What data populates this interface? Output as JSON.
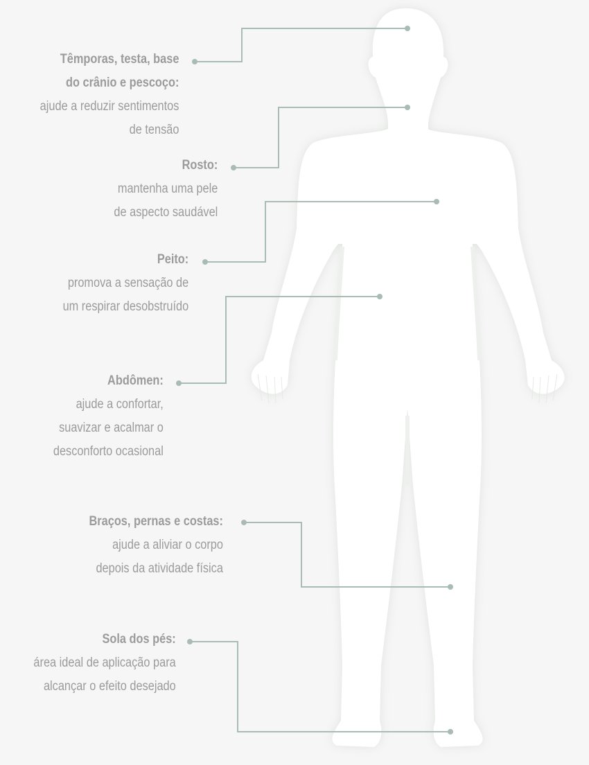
{
  "colors": {
    "background": "#f6f6f6",
    "body_fill": "#ffffff",
    "body_glow": "#e3e6e3",
    "connector": "#a9bcb3",
    "text": "#9b9b9b"
  },
  "annotations": [
    {
      "title": [
        "Têmporas, testa, base",
        "do crânio e pescoço:"
      ],
      "desc": [
        "ajude a reduzir sentimentos",
        "de tensão"
      ]
    },
    {
      "title": [
        "Rosto:"
      ],
      "desc": [
        "mantenha uma pele",
        "de aspecto saudável"
      ]
    },
    {
      "title": [
        "Peito:"
      ],
      "desc": [
        "promova a sensação de",
        "um respirar desobstruído"
      ]
    },
    {
      "title": [
        "Abdômen:"
      ],
      "desc": [
        "ajude a confortar,",
        "suavizar e acalmar o",
        "desconforto ocasional"
      ]
    },
    {
      "title": [
        "Braços, pernas e costas:"
      ],
      "desc": [
        "ajude a aliviar o corpo",
        "depois da atividade física"
      ]
    },
    {
      "title": [
        "Sola dos pés:"
      ],
      "desc": [
        "área ideal de aplicação para",
        "alcançar o efeito desejado"
      ]
    }
  ]
}
